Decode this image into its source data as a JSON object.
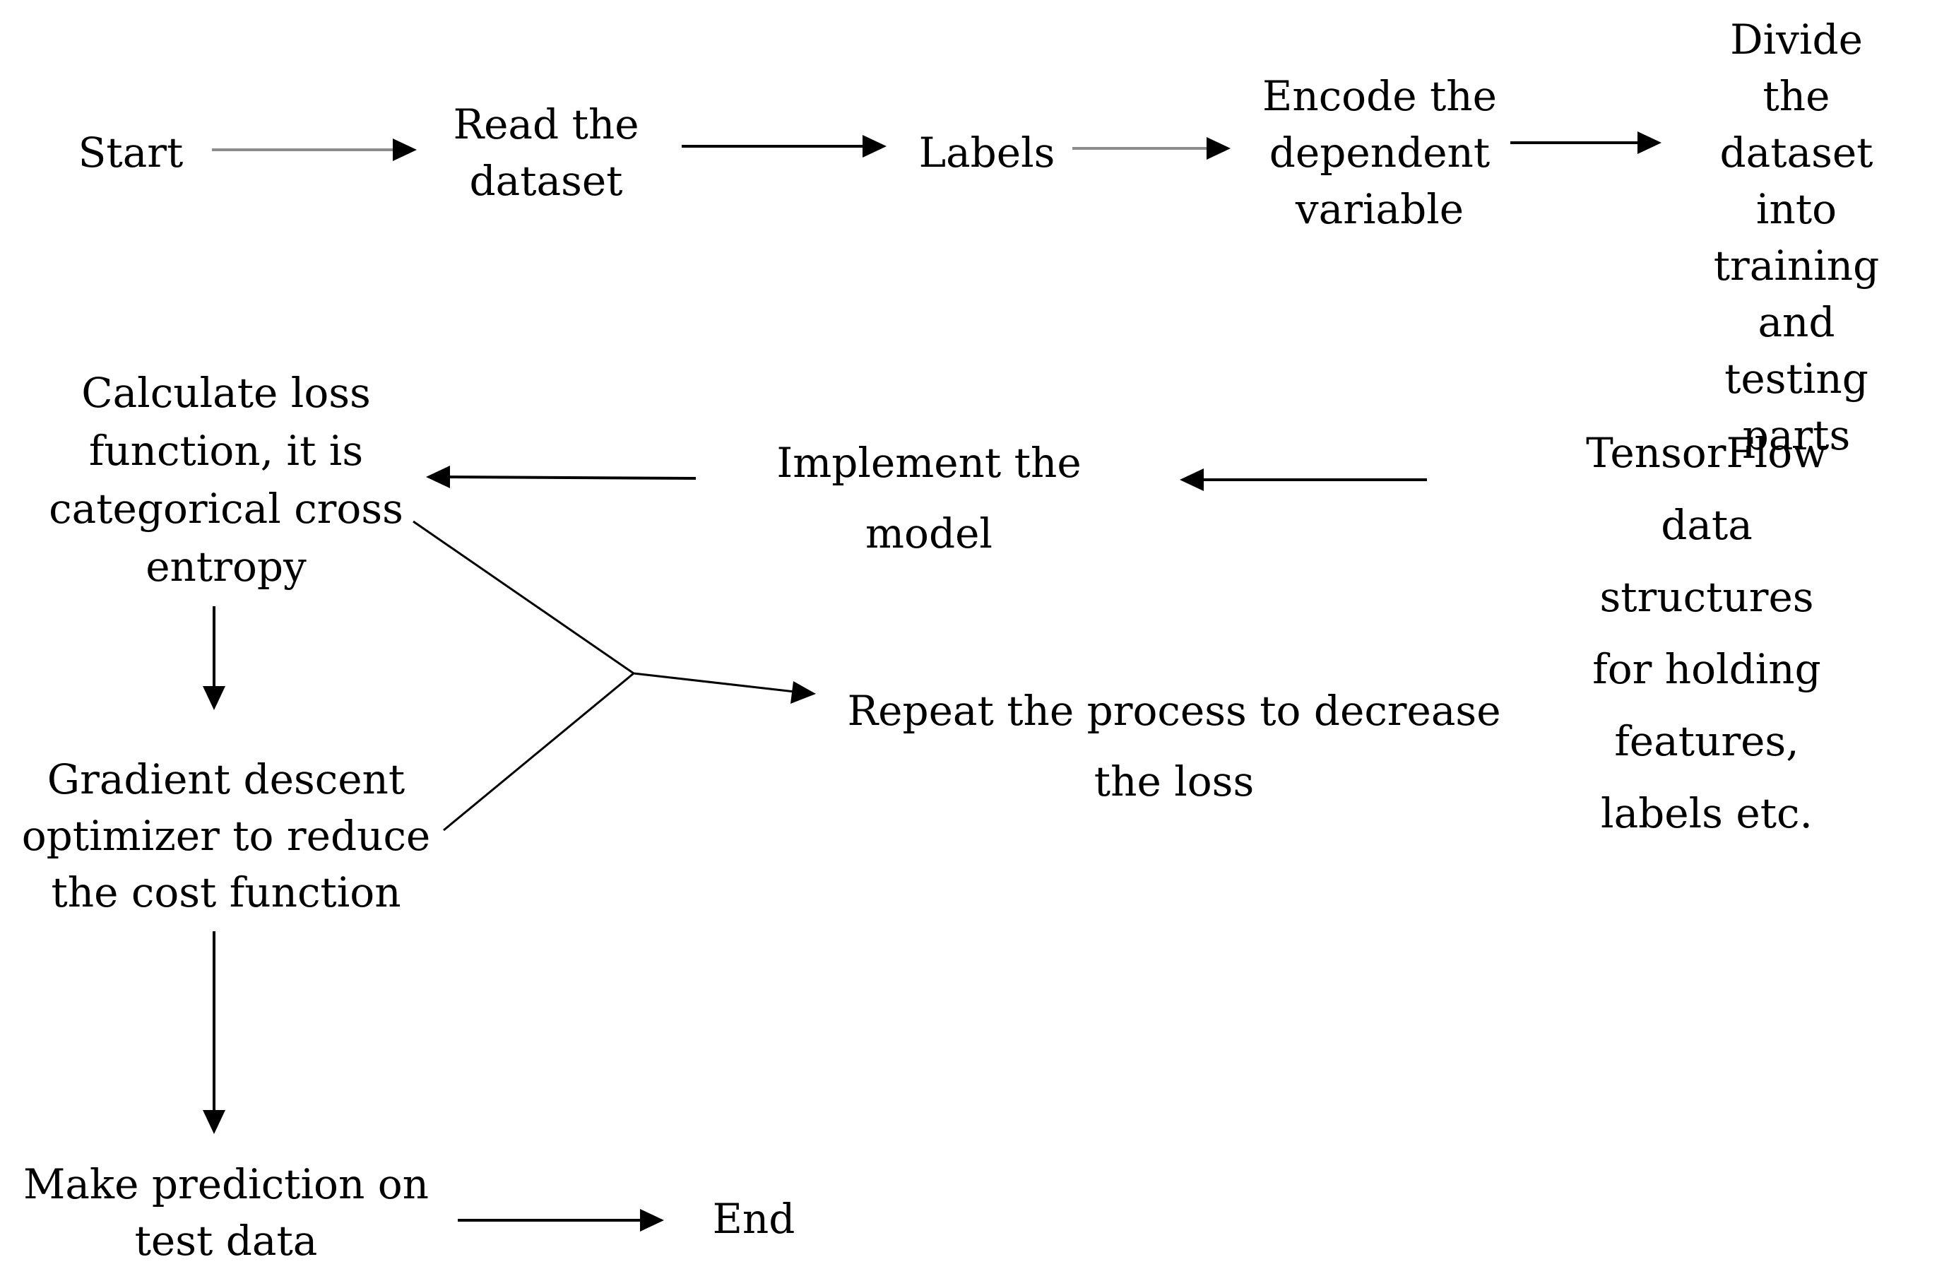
{
  "nodes": {
    "start": "Start",
    "read_dataset": "Read the\ndataset",
    "labels": "Labels",
    "encode_dependent": "Encode the\ndependent\nvariable",
    "divide_dataset": "Divide the\ndataset into\ntraining\nand testing\nparts",
    "tensorflow_structures": "TensorFlow data\nstructures for holding\nfeatures, labels etc.",
    "implement_model": "Implement the\nmodel",
    "calculate_loss": "Calculate loss\nfunction, it is\ncategorical cross\nentropy",
    "repeat_process": "Repeat the process to decrease\nthe loss",
    "gradient_descent": "Gradient descent\noptimizer to reduce\nthe cost function",
    "make_prediction": "Make prediction on\ntest data",
    "end": "End"
  },
  "colors": {
    "line": "#000000",
    "light_line": "#8c8c8c",
    "text": "#000000",
    "background": "#ffffff"
  }
}
